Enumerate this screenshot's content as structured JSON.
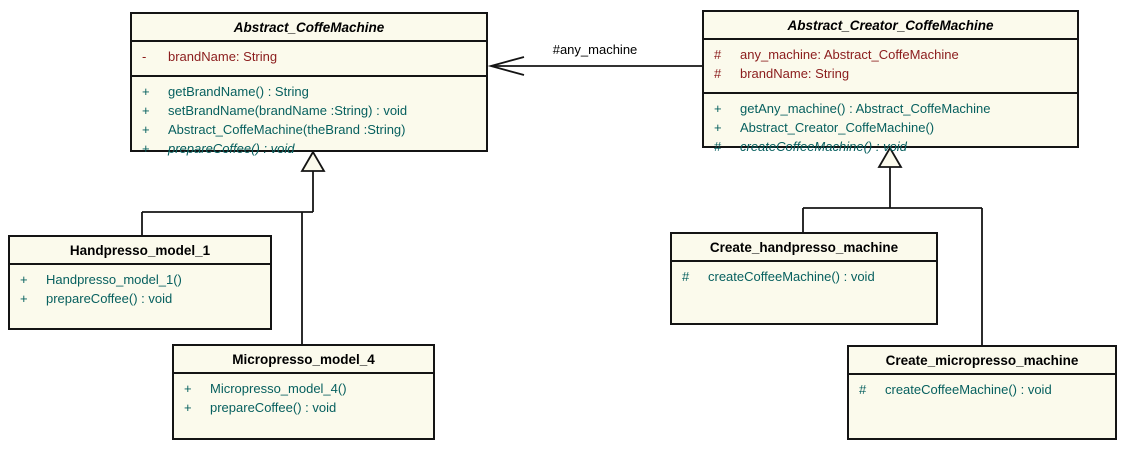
{
  "diagram": {
    "type": "uml-class-diagram",
    "association": {
      "label": "#any_machine"
    },
    "colors": {
      "class_fill": "#FBFAEC",
      "border": "#141414",
      "attribute_text": "#8B1C1C",
      "method_text": "#07605F",
      "title_text": "#000000",
      "background": "#FFFFFF"
    }
  },
  "classes": [
    {
      "name": "Abstract_CoffeMachine",
      "abstract": true,
      "attributes": [
        {
          "sign": "-",
          "text": "brandName: String"
        }
      ],
      "methods": [
        {
          "sign": "+",
          "text": "getBrandName() : String",
          "italic": false
        },
        {
          "sign": "+",
          "text": "setBrandName(brandName :String) : void",
          "italic": false
        },
        {
          "sign": "+",
          "text": "Abstract_CoffeMachine(theBrand :String)",
          "italic": false
        },
        {
          "sign": "+",
          "text": "prepareCoffee() : void",
          "italic": true
        }
      ]
    },
    {
      "name": "Abstract_Creator_CoffeMachine",
      "abstract": true,
      "attributes": [
        {
          "sign": "#",
          "text": "any_machine: Abstract_CoffeMachine"
        },
        {
          "sign": "#",
          "text": "brandName: String"
        }
      ],
      "methods": [
        {
          "sign": "+",
          "text": "getAny_machine() : Abstract_CoffeMachine",
          "italic": false
        },
        {
          "sign": "+",
          "text": "Abstract_Creator_CoffeMachine()",
          "italic": false
        },
        {
          "sign": "#",
          "text": "createCoffeeMachine() : void",
          "italic": true
        }
      ]
    },
    {
      "name": "Handpresso_model_1",
      "abstract": false,
      "attributes": [],
      "methods": [
        {
          "sign": "+",
          "text": "Handpresso_model_1()",
          "italic": false
        },
        {
          "sign": "+",
          "text": "prepareCoffee() : void",
          "italic": false
        }
      ]
    },
    {
      "name": "Micropresso_model_4",
      "abstract": false,
      "attributes": [],
      "methods": [
        {
          "sign": "+",
          "text": "Micropresso_model_4()",
          "italic": false
        },
        {
          "sign": "+",
          "text": "prepareCoffee() : void",
          "italic": false
        }
      ]
    },
    {
      "name": "Create_handpresso_machine",
      "abstract": false,
      "attributes": [],
      "methods": [
        {
          "sign": "#",
          "text": "createCoffeeMachine() : void",
          "italic": false
        }
      ]
    },
    {
      "name": "Create_micropresso_machine",
      "abstract": false,
      "attributes": [],
      "methods": [
        {
          "sign": "#",
          "text": "createCoffeeMachine() : void",
          "italic": false
        }
      ]
    }
  ],
  "relations": [
    {
      "type": "association",
      "from": "Abstract_Creator_CoffeMachine",
      "to": "Abstract_CoffeMachine",
      "label": "#any_machine"
    },
    {
      "type": "generalization",
      "from": "Handpresso_model_1",
      "to": "Abstract_CoffeMachine"
    },
    {
      "type": "generalization",
      "from": "Micropresso_model_4",
      "to": "Abstract_CoffeMachine"
    },
    {
      "type": "generalization",
      "from": "Create_handpresso_machine",
      "to": "Abstract_Creator_CoffeMachine"
    },
    {
      "type": "generalization",
      "from": "Create_micropresso_machine",
      "to": "Abstract_Creator_CoffeMachine"
    }
  ]
}
